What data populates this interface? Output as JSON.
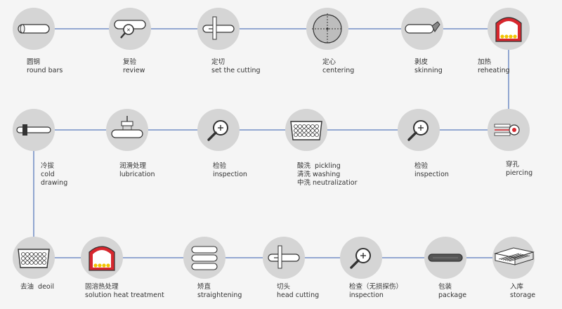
{
  "colors": {
    "connector": "#5b7bbd",
    "node_bg": "#d5d5d5",
    "furnace_red": "#d7272e",
    "flame": "#f2c300"
  },
  "steps": [
    {
      "id": "round-bars",
      "icon": "round-bar-icon",
      "zh": "圆钢",
      "en": "round bars"
    },
    {
      "id": "review",
      "icon": "magnifier-bar-icon",
      "zh": "复验",
      "en": "review"
    },
    {
      "id": "set-cutting",
      "icon": "saw-cut-icon",
      "zh": "定切",
      "en": "set the cutting"
    },
    {
      "id": "centering",
      "icon": "crosshair-icon",
      "zh": "定心",
      "en": "centering"
    },
    {
      "id": "skinning",
      "icon": "skinning-tool-icon",
      "zh": "剥皮",
      "en": "skinning"
    },
    {
      "id": "reheating",
      "icon": "furnace-icon",
      "zh": "加热",
      "en": "reheating"
    },
    {
      "id": "piercing",
      "icon": "piercing-rolls-icon",
      "zh": "穿孔",
      "en": "piercing"
    },
    {
      "id": "inspection-2",
      "icon": "magnifier-icon",
      "zh": "检验",
      "en": "inspection"
    },
    {
      "id": "pickling",
      "icon": "tank-pipes-icon",
      "zh": "酸洗  pickling",
      "en": "清洗 washing",
      "extra": "中洗 neutralizatior"
    },
    {
      "id": "inspection-1",
      "icon": "magnifier-icon",
      "zh": "检验",
      "en": "inspection"
    },
    {
      "id": "lubrication",
      "icon": "lubrication-icon",
      "zh": "润滑处理",
      "en": "lubrication"
    },
    {
      "id": "cold-drawing",
      "icon": "drawing-die-icon",
      "zh": "冷拔",
      "en": "cold",
      "extra": "drawing"
    },
    {
      "id": "deoil",
      "icon": "tank-pipes-icon",
      "zh": "去油  deoil",
      "en": ""
    },
    {
      "id": "solution-heat",
      "icon": "furnace-icon",
      "zh": "固溶热处理",
      "en": "solution heat treatment"
    },
    {
      "id": "straightening",
      "icon": "straightening-rolls-icon",
      "zh": "矫直",
      "en": "straightening"
    },
    {
      "id": "head-cutting",
      "icon": "saw-cut-icon",
      "zh": "切头",
      "en": "head cutting"
    },
    {
      "id": "inspection-3",
      "icon": "magnifier-icon",
      "zh": "检查（无损探伤）",
      "en": "inspection"
    },
    {
      "id": "package",
      "icon": "packaged-tube-icon",
      "zh": "包装",
      "en": "package"
    },
    {
      "id": "storage",
      "icon": "storage-rack-icon",
      "zh": "入库",
      "en": "storage"
    }
  ]
}
